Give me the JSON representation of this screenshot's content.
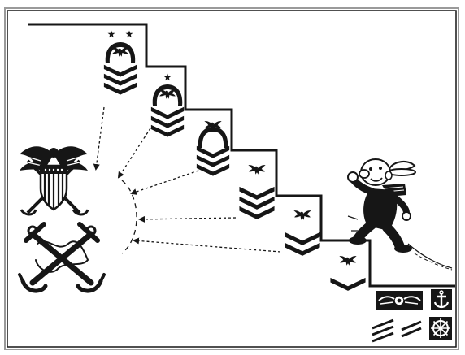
{
  "colors": {
    "ink": "#161616",
    "paper": "#ffffff",
    "frame_gray": "#9a9a9a"
  },
  "diagram": {
    "style": "printed line art on paper",
    "ranks": [
      {
        "id": "rank-1",
        "chevrons": 3,
        "insignia": "eagle",
        "arc": "rocker-with-stars",
        "stars": 2
      },
      {
        "id": "rank-2",
        "chevrons": 3,
        "insignia": "eagle",
        "arc": "rocker-with-star",
        "stars": 1
      },
      {
        "id": "rank-3",
        "chevrons": 3,
        "insignia": "eagle",
        "arc": "rocker",
        "stars": 0
      },
      {
        "id": "rank-4",
        "chevrons": 3,
        "insignia": "eagle",
        "arc": "none",
        "stars": 0
      },
      {
        "id": "rank-5",
        "chevrons": 2,
        "insignia": "eagle",
        "arc": "none",
        "stars": 0
      },
      {
        "id": "rank-6",
        "chevrons": 1,
        "insignia": "eagle",
        "arc": "none",
        "stars": 0
      }
    ],
    "emblems": [
      "officer-crest-eagle-shield",
      "crossed-anchors"
    ],
    "figure": "sailor-climbing-stairs",
    "lower_insignia": [
      "wings-badge",
      "anchor-square-badge",
      "three-stripes",
      "two-stripes",
      "ships-wheel-badge"
    ],
    "arrow_style": "dashed"
  }
}
